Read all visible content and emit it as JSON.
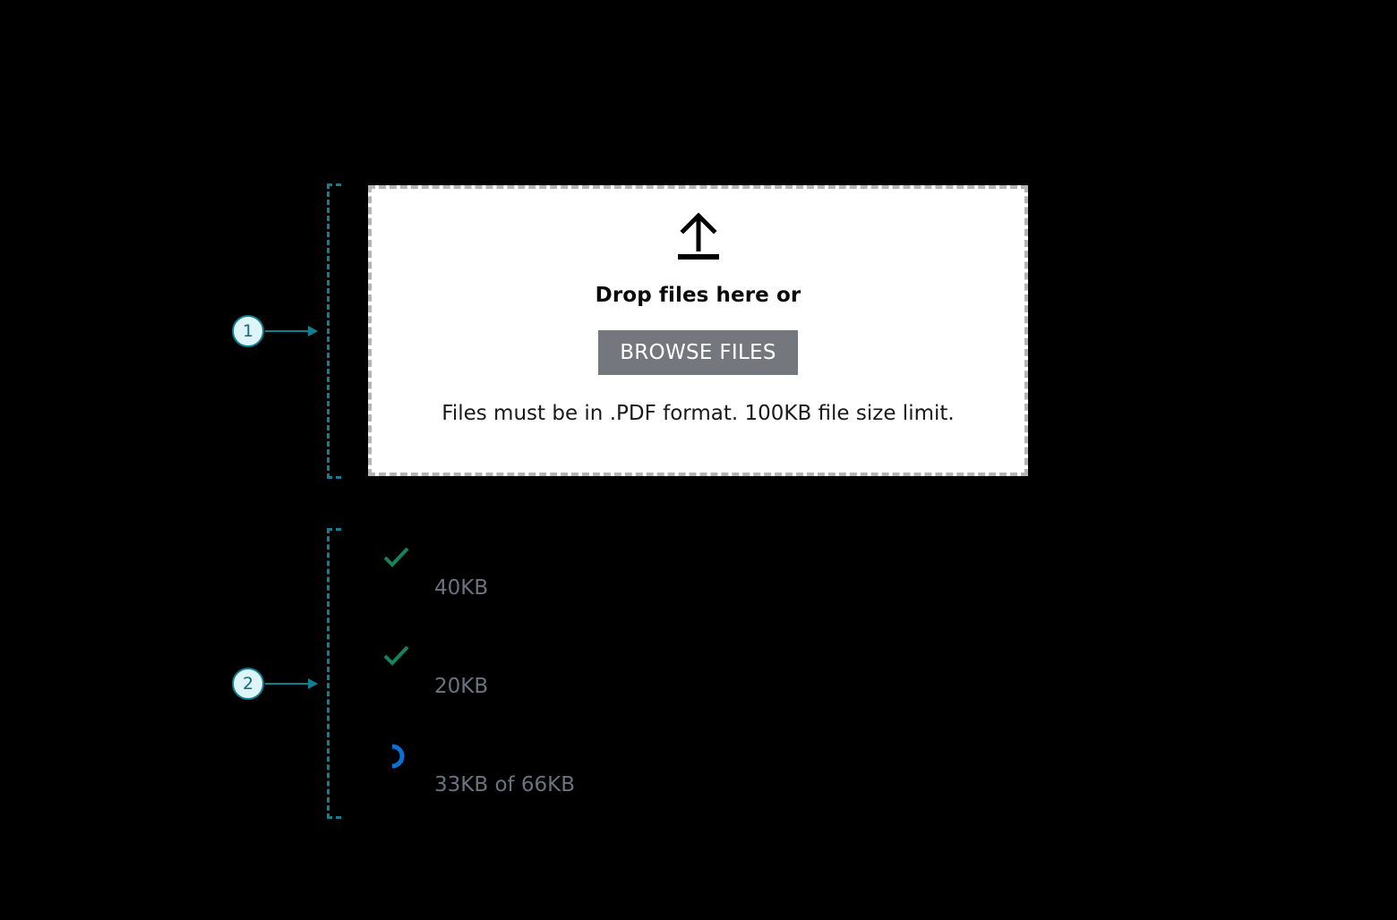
{
  "annotations": [
    {
      "number": "1",
      "target": "file-upload-dropzone"
    },
    {
      "number": "2",
      "target": "uploaded-file-list"
    }
  ],
  "dropzone": {
    "icon": "upload-arrow-icon",
    "title": "Drop files here or",
    "browse_label": "BROWSE FILES",
    "hint": "Files must be in .PDF format. 100KB file size limit."
  },
  "file_list": [
    {
      "status": "complete",
      "status_icon": "check-icon",
      "name": "",
      "size": "40KB"
    },
    {
      "status": "complete",
      "status_icon": "check-icon",
      "name": "",
      "size": "20KB"
    },
    {
      "status": "uploading",
      "status_icon": "spinner-icon",
      "name": "",
      "size": "33KB of 66KB"
    }
  ],
  "colors": {
    "background": "#000000",
    "annotation_accent": "#0f7f91",
    "annotation_fill": "#ddf4f8",
    "dropzone_bg": "#ffffff",
    "dropzone_border": "#b4b4b4",
    "browse_button_bg": "#74787e",
    "success_check": "#12855f",
    "spinner": "#0b72d4",
    "size_text": "#6b7280"
  }
}
